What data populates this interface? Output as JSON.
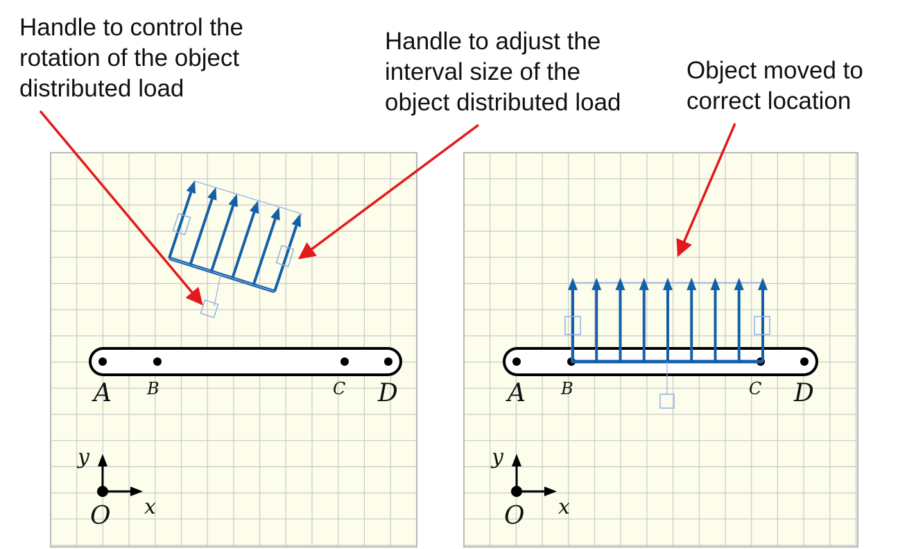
{
  "annotations": {
    "rotation_handle": "Handle to control the\nrotation of the object\ndistributed load",
    "interval_handle": "Handle to adjust the\ninterval size of the\nobject distributed load",
    "moved": "Object moved to\ncorrect location"
  },
  "panels": [
    {
      "id": "before",
      "points": [
        {
          "name": "A",
          "size": "large"
        },
        {
          "name": "B",
          "size": "small"
        },
        {
          "name": "C",
          "size": "small"
        },
        {
          "name": "D",
          "size": "large"
        }
      ],
      "axis": {
        "origin": "O",
        "x": "x",
        "y": "y"
      },
      "load": {
        "arrow_count": 6,
        "state": "rotated"
      }
    },
    {
      "id": "after",
      "points": [
        {
          "name": "A",
          "size": "large"
        },
        {
          "name": "B",
          "size": "small"
        },
        {
          "name": "C",
          "size": "small"
        },
        {
          "name": "D",
          "size": "large"
        }
      ],
      "axis": {
        "origin": "O",
        "x": "x",
        "y": "y"
      },
      "load": {
        "arrow_count": 9,
        "state": "placed"
      }
    }
  ],
  "colors": {
    "grid_background": "#fdfdeb",
    "grid_line": "#c8c8c8",
    "load": "#1460a8",
    "handle": "#8fb0e6",
    "annotation_arrow": "#e3191b",
    "beam": "#000000"
  }
}
